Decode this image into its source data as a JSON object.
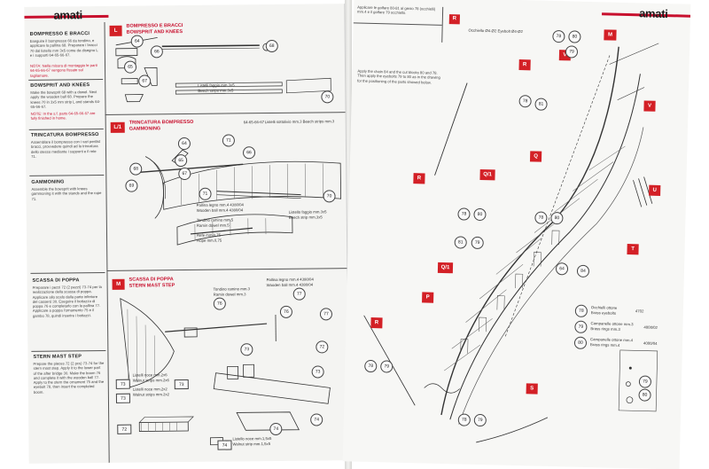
{
  "left_page": {
    "brand": "amati",
    "sections": [
      {
        "title": "BOMPRESSO E BRACCI",
        "text": "Eseguire il bompresso 66 da tondino, e applicare la pallina 68. Preparare i bracci 70 dal listello mm 3x5 come da disegno L e i supporti 64-65-66-67.",
        "note": "NOTA: Nella misura di montaggio le parti 64-65-66-67 vengono fissate sul tagliamare."
      },
      {
        "title": "BOWSPRIT AND KNEES",
        "text": "Make the bowsprit 68 with a dowel. Next apply the wooden ball 68. Prepare the knees 70 in 3x5 mm strip L and stands 64-65-66-67.",
        "note": "NOTE: In the s.f. parts 64-65-66-67 are fully finished in home."
      },
      {
        "title": "TRINCATURA BOMPRESSO",
        "text": "Assemblare il bompresso con i vari perilist bracci, provvedere quindi ad la trincatura dello stesso mediante i supporti e il rete 71."
      },
      {
        "title": "GAMMONING",
        "text": "Assemble the bowsprit with knees gammoning it with the stands and the rope 71."
      },
      {
        "title": "SCASSA DI POPPA",
        "text": "Preparare i pezzi 72 (2 pezzi) 73-74 per la realizzazione della scassa di poppa. Applicare allo scafo dalla parte inferiore del casseró 30. Eseguire il bottazzo di poppa 76 e completarlo con la pallina 77. Applicare a poppa l'ornamento 75 e il gambo 78, quindi inserire i bottazzi."
      },
      {
        "title": "STERN MAST STEP",
        "text": "Prepare the pieces 72 (2 pcs) 73-74 for the stern mast step. Apply it to the lower part of the after bridge 30. Make the boom 76 and complete it with the wooden ball 77. Apply to the stern the ornament 75 and the eyebolt 78, then insert the completed boom."
      }
    ],
    "panel_l": {
      "tag": "L",
      "title_it": "BOMPRESSO E BRACCI",
      "title_en": "BOWSPRIT AND KNEES",
      "strip_label_it": "Listelli faggio mm.3x5",
      "strip_label_en": "Beech strips mm.3x5"
    },
    "panel_l1": {
      "tag": "L/1",
      "title_it": "TRINCATURA BOMPRESSO",
      "title_en": "GAMMONING",
      "parts_ref": "64-65-66-67",
      "parts_ref_label": "Listelli sottolivio mm.3 Beech strips mm.3",
      "labels": [
        "Pallina legno mm.4  4380/04",
        "Wooden ball mm.4  4380/04",
        "Tondino ramino mm.5",
        "Ramin dowel mm.5",
        "Refe mm.0,75",
        "Rope mm.0,75",
        "Listello faggio mm.3x5",
        "Beech strip mm.3x5"
      ]
    },
    "panel_m": {
      "tag": "M",
      "title_it": "SCASSA DI POPPA",
      "title_en": "STERN MAST STEP",
      "labels": [
        "Tondino ramino mm.3",
        "Ramin dowel mm.3",
        "Pallina legno mm.4  4380/04",
        "Wooden ball mm.4  4380/04",
        "Listelli noce mm.2x6",
        "Walnut strips mm.2x6",
        "Listelli noce mm.2x2",
        "Walnut strips mm.2x2",
        "Listello noce mm.1,5x5",
        "Walnut strip mm.1,5x5"
      ]
    }
  },
  "right_page": {
    "brand": "amati",
    "tag": "R",
    "top_note": "Applicare le golfare 80-81 al genio 78 (occhielli) mm.4 e il golfare 79 occhiello.",
    "eyebolt_label": "Occhiello Ø4-Ø2 Eyebolt Ø4-Ø2",
    "mid_note": "Apply the chain 84 and the cut blocks 80 and 78. Then apply the eyebolts 79 to 80 as in the drawing for the positioning of the parts showed below.",
    "tags": [
      "M",
      "R",
      "V",
      "V",
      "Q",
      "Q/1",
      "U",
      "R",
      "T",
      "Q/1",
      "P",
      "R",
      "S"
    ],
    "legend": [
      {
        "num": "78",
        "it": "Occhielli ottone",
        "en": "Brass eyebolts",
        "code": "4702"
      },
      {
        "num": "79",
        "it": "Campanelle ottone mm.3",
        "en": "Brass rings mm.3",
        "code": "4000/02"
      },
      {
        "num": "80",
        "it": "Campanelle ottone mm.4",
        "en": "Brass rings mm.4",
        "code": "4000/04"
      }
    ],
    "numbers": [
      "78",
      "80",
      "79",
      "78",
      "81",
      "78",
      "80",
      "81",
      "79",
      "78",
      "80",
      "64",
      "84",
      "78",
      "79",
      "78",
      "79",
      "80",
      "79"
    ]
  },
  "colors": {
    "accent_red": "#d32026",
    "ink": "#222222",
    "paper": "#f4f4f2"
  }
}
